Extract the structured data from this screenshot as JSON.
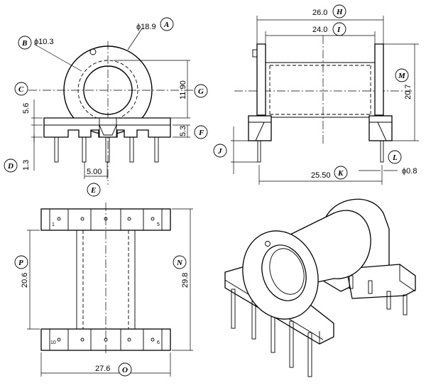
{
  "dims": {
    "A": "ϕ18.9",
    "B": "ϕ10.3",
    "G": "11.90",
    "C_left": "5.6",
    "F": "5.3",
    "D": "1.3",
    "E": "5.00",
    "H": "26.0",
    "I": "24.0",
    "M": "20.7",
    "K": "25.50",
    "L": "ϕ0.8",
    "P": "20.6",
    "N": "29.8",
    "O": "27.6"
  },
  "letters": {
    "A": "A",
    "B": "B",
    "C": "C",
    "D": "D",
    "E": "E",
    "F": "F",
    "G": "G",
    "H": "H",
    "I": "I",
    "J": "J",
    "K": "K",
    "L": "L",
    "M": "M",
    "N": "N",
    "O": "O",
    "P": "P"
  },
  "pins": {
    "p1": "1",
    "p5": "5",
    "p6": "6",
    "p10": "10"
  }
}
